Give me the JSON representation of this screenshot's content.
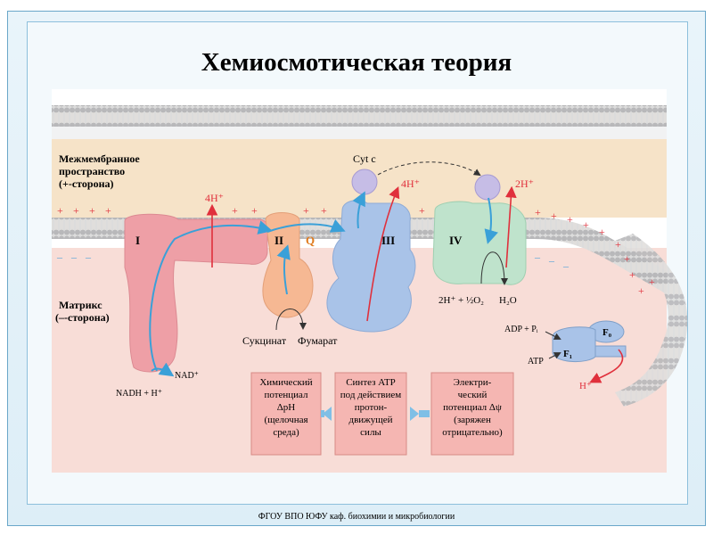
{
  "slide": {
    "title": "Хемиосмотическая теория",
    "footer": "ФГОУ ВПО ЮФУ  каф. биохимии и микробиологии"
  },
  "diagram": {
    "regions": {
      "intermembrane_line1": "Межмембранное",
      "intermembrane_line2": "пространство",
      "intermembrane_line3": "(+-сторона)",
      "matrix_line1": "Матрикс",
      "matrix_line2": "(–-сторона)"
    },
    "complexes": {
      "c1": "I",
      "c2": "II",
      "q": "Q",
      "c3": "III",
      "c4": "IV",
      "cytc": "Cyt c",
      "f0": "F₀",
      "f1": "F₁"
    },
    "labels": {
      "h4_a": "4H⁺",
      "h4_b": "4H⁺",
      "h2": "2H⁺",
      "nad": "NAD⁺",
      "nadh": "NADH + H⁺",
      "succinate": "Сукцинат",
      "fumarate": "Фумарат",
      "o2_reaction": "2H⁺ + ½O₂",
      "h2o": "H₂O",
      "adp": "ADP + Pᵢ",
      "atp": "ATP",
      "h_out": "H⁺"
    },
    "boxes": {
      "left_line1": "Химический",
      "left_line2": "потенциал",
      "left_line3": "ΔpH",
      "left_line4": "(щелочная",
      "left_line5": "среда)",
      "mid_line1": "Синтез ATP",
      "mid_line2": "под действием",
      "mid_line3": "протон-",
      "mid_line4": "движущей",
      "mid_line5": "силы",
      "right_line1": "Электри-",
      "right_line2": "ческий",
      "right_line3": "потенциал Δψ",
      "right_line4": "(заряжен",
      "right_line5": "отрицательно)"
    },
    "colors": {
      "membrane": "#c9cbcd",
      "intermembrane": "#f6e3c8",
      "matrix": "#f8ddd7",
      "complex1": "#ee9fa6",
      "complex2": "#f6b893",
      "complex3": "#a9c3e8",
      "complex4": "#bfe3cc",
      "cytc": "#c6bde6",
      "electron_arrow": "#3aa0d8",
      "proton_arrow": "#e0303c",
      "box_fill": "#f5b6b2"
    }
  }
}
